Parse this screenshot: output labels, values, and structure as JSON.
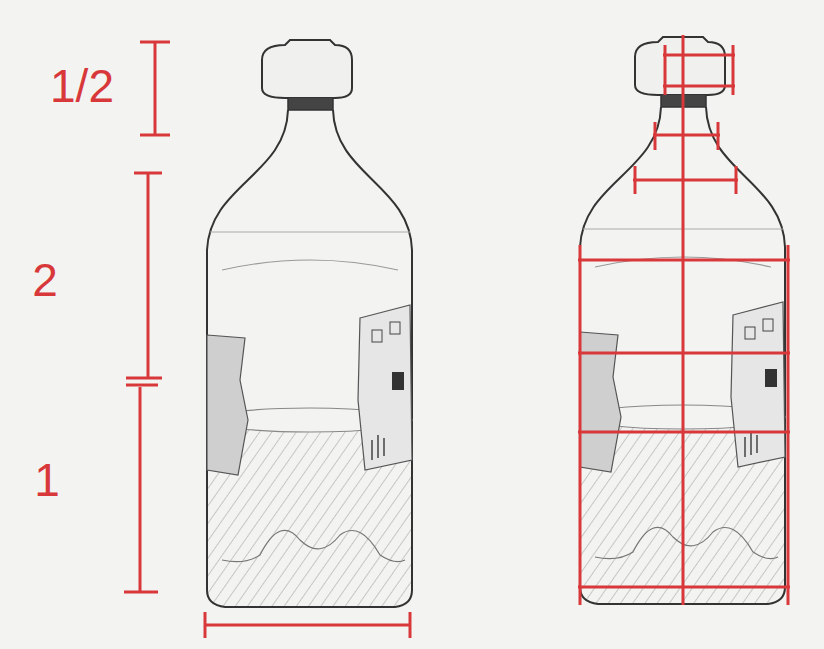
{
  "diagram": {
    "labels": [
      "1/2",
      "2",
      "1"
    ]
  }
}
